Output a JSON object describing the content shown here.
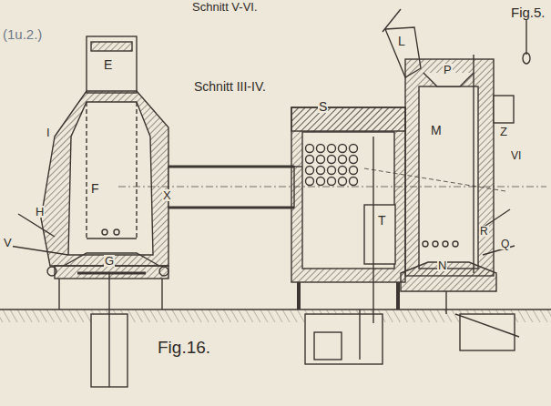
{
  "diagram": {
    "labels": [
      "Schnitt V-VI.",
      "(1u.2.)",
      "Fig.5.",
      "E",
      "Schnitt III-IV.",
      "L",
      "P",
      "S",
      "I",
      "Z",
      "M",
      "F",
      "X",
      "VI",
      "T",
      "H",
      "V",
      "G",
      "R",
      "Q",
      "N",
      "Fig.16."
    ]
  }
}
